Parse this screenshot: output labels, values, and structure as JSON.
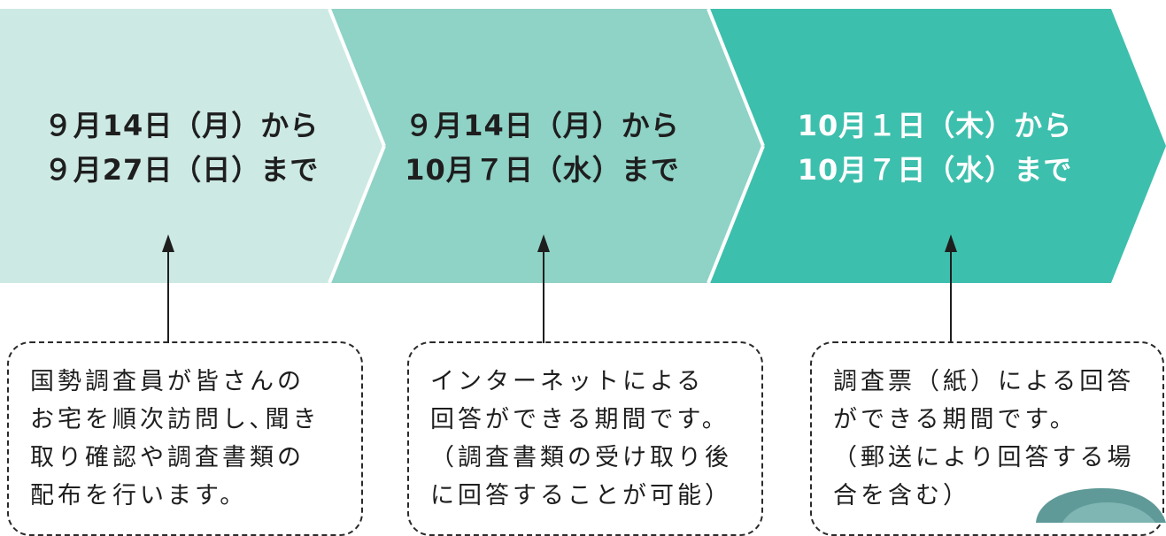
{
  "colors": {
    "stage1": "#cde9e4",
    "stage2": "#8fd2c6",
    "stage3": "#3dbfad",
    "text_dark": "#1e1e1e",
    "text_light": "#ffffff"
  },
  "periods": [
    {
      "line1": "９月14日（月）から",
      "line2": "９月27日（日）まで"
    },
    {
      "line1": "９月14日（月）から",
      "line2": "10月７日（水）まで"
    },
    {
      "line1": "10月１日（木）から",
      "line2": "10月７日（水）まで"
    }
  ],
  "notes": [
    {
      "lines": [
        "国勢調査員が皆さんの",
        "お宅を順次訪問し､聞き",
        "取り確認や調査書類の",
        "配布を行います。"
      ]
    },
    {
      "lines": [
        "インターネットによる",
        "回答ができる期間です。",
        "（調査書類の受け取り後",
        "に回答することが可能）"
      ]
    },
    {
      "lines": [
        "調査票（紙）による回答",
        "ができる期間です。",
        "（郵送により回答する場",
        "合を含む）"
      ]
    }
  ],
  "icons": {
    "character": "person-hair-icon"
  }
}
